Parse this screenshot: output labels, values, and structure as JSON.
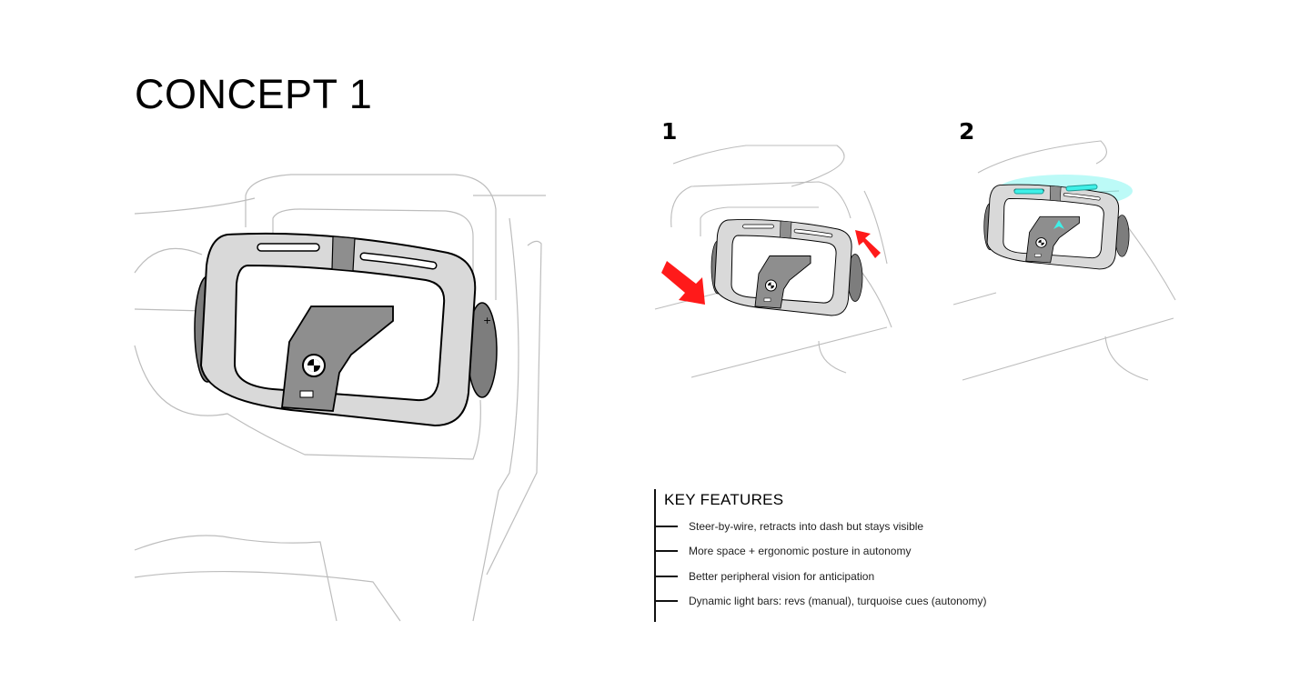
{
  "title": "CONCEPT 1",
  "steps": [
    "1",
    "2"
  ],
  "features": {
    "heading": "KEY FEATURES",
    "items": [
      "Steer-by-wire, retracts into dash but stays visible",
      "More space + ergonomic posture in autonomy",
      "Better peripheral vision for anticipation",
      "Dynamic light bars: revs (manual), turquoise cues (autonomy)"
    ]
  },
  "colors": {
    "wheel": "#d9d9d9",
    "hub": "#8e8e8e",
    "sketch_line": "#bdbdbd",
    "arrow": "#ff1a1a",
    "glow": "#3ef0e8"
  }
}
